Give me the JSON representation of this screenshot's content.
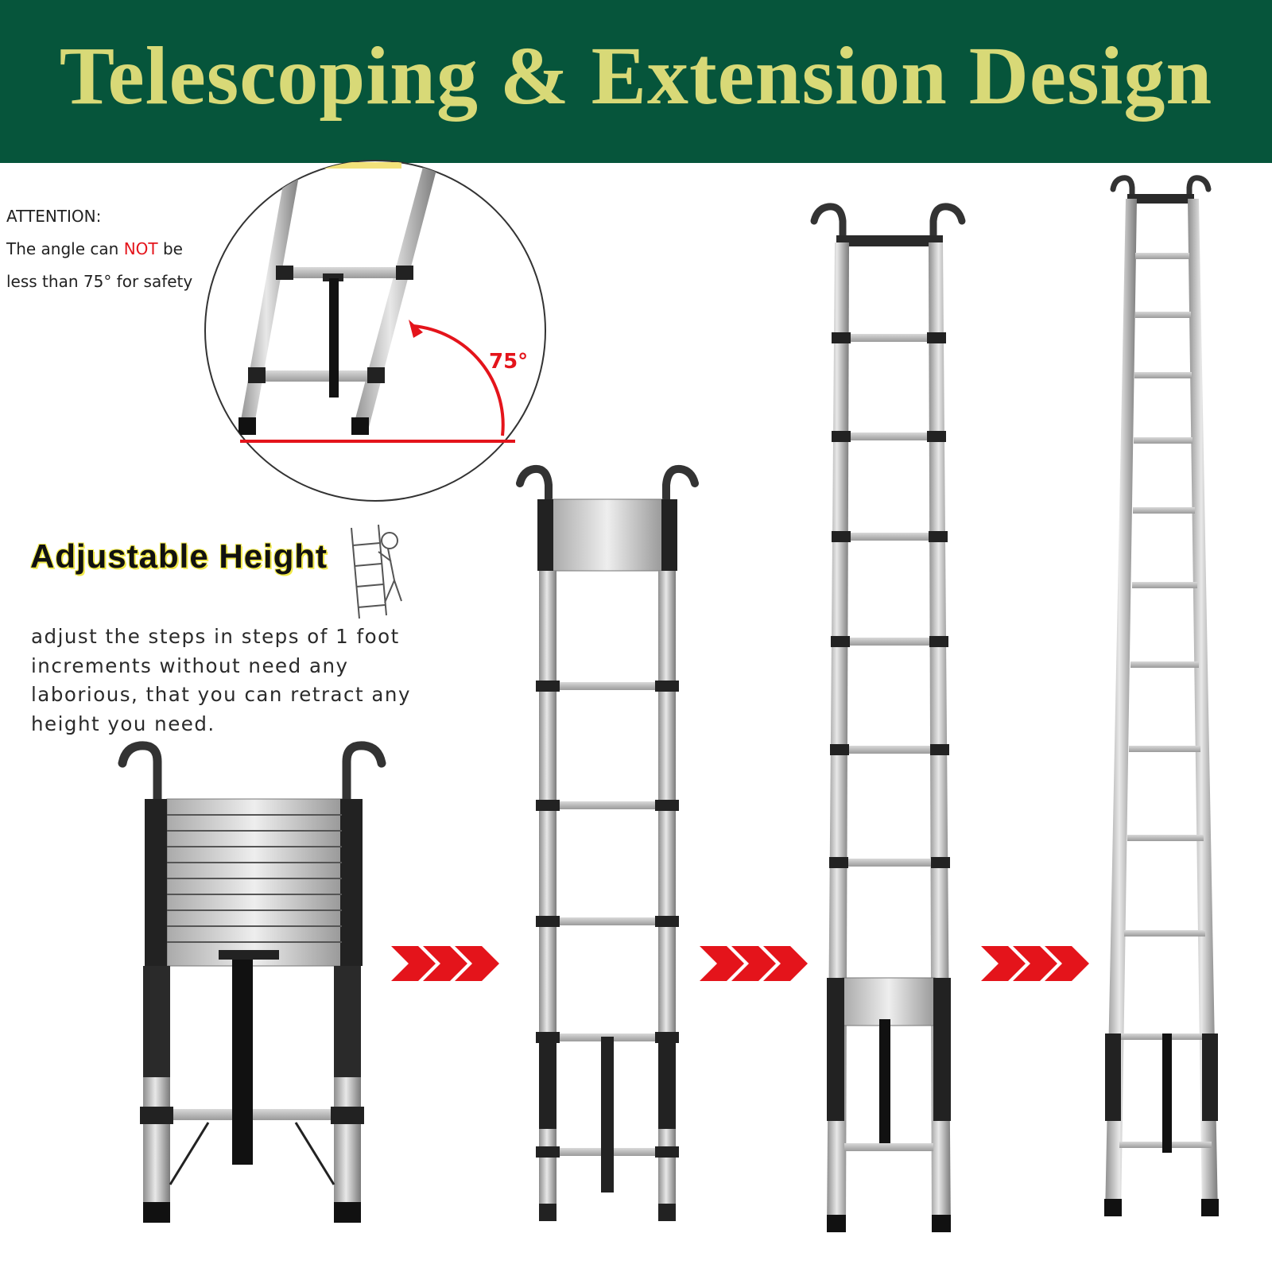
{
  "banner": {
    "title": "Telescoping & Extension Design"
  },
  "attention": {
    "heading": "ATTENTION:",
    "line1_pre": "The angle can ",
    "line1_emph": "NOT",
    "line1_post": " be",
    "line2": "less than 75° for safety"
  },
  "angle_label": "75°",
  "adjustable": {
    "title": "Adjustable Height",
    "description": "adjust the steps in steps of 1 foot increments without need any laborious, that you can retract any height you need."
  },
  "colors": {
    "banner": "#06553b",
    "title": "#d8d977",
    "accent_red": "#e4141b",
    "highlight": "#f2ea4a"
  },
  "icons": [
    "climber-icon",
    "arrow-right-icon",
    "ladder-icon"
  ]
}
